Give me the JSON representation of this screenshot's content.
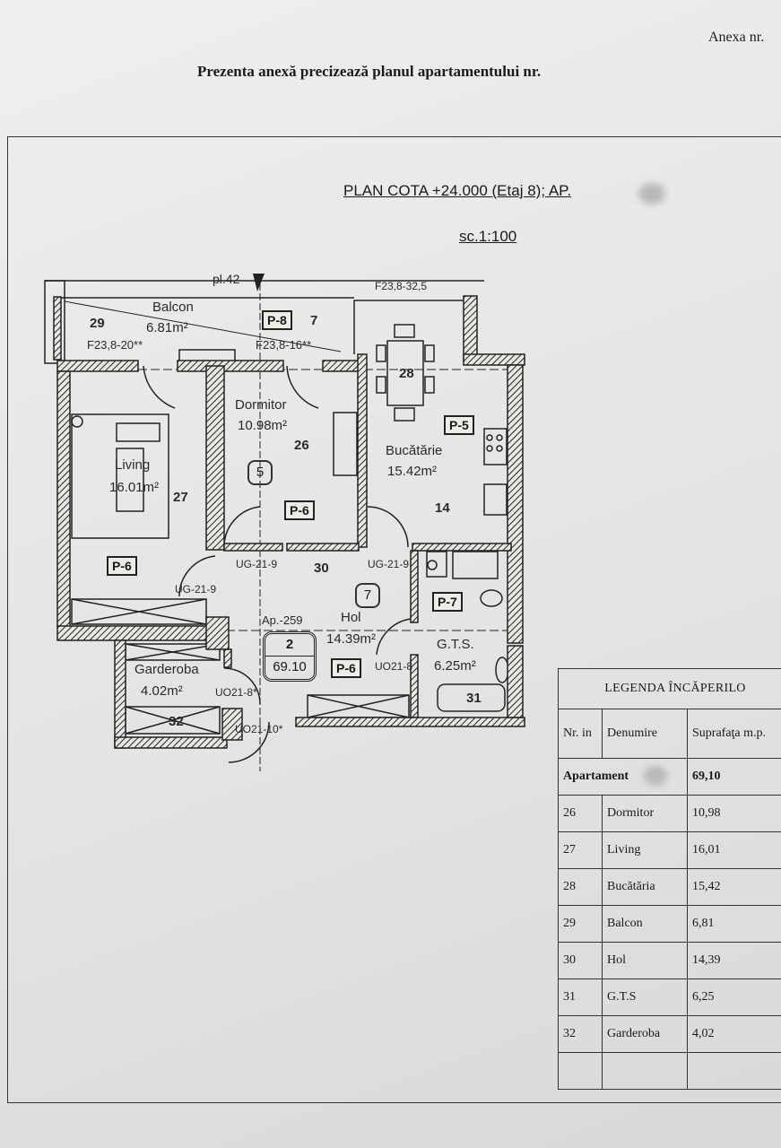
{
  "header": {
    "annex": "Anexa nr.",
    "intro": "Prezenta anexă precizează planul apartamentului nr."
  },
  "plan": {
    "title": "PLAN COTA +24.000 (Etaj 8); AP.",
    "scale": "sc.1:100",
    "labels": {
      "pl": "pl.42",
      "f_top": "F23,8-32,5",
      "balcon_nr": "29",
      "balcon": "Balcon",
      "balcon_area": "6.81m²",
      "f_left": "F23,8-20**",
      "p8": "P-8",
      "seven": "7",
      "f_mid": "F23,8-16**",
      "buc_nr": "28",
      "dormitor": "Dormitor",
      "dormitor_area": "10.98m²",
      "dormitor_nr": "26",
      "p5": "P-5",
      "bucatarie": "Bucătărie",
      "bucatarie_area": "15.42m²",
      "living": "Living",
      "living_area": "16.01m²",
      "living_nr": "27",
      "circle5": "5",
      "p6_a": "P-6",
      "fourteen": "14",
      "p6_b": "P-6",
      "ug1": "UG-21-9",
      "hol_nr": "30",
      "ug2": "UG-21-9",
      "ug3": "UG-21-9",
      "circle7": "7",
      "p7": "P-7",
      "ap": "Ap.-259",
      "hol": "Hol",
      "hol_area": "14.39m²",
      "apt_nr": "2",
      "apt_area": "69.10",
      "gts": "G.T.S.",
      "gts_area": "6.25m²",
      "garderoba": "Garderoba",
      "garderoba_area": "4.02m²",
      "p6_c": "P-6",
      "uo1": "UO21-8",
      "uo2": "UO21-8*",
      "gts_nr": "31",
      "garderoba_nr": "32",
      "uo3": "UO21-10*"
    }
  },
  "legend": {
    "title": "LEGENDA ÎNCĂPERILO",
    "col_nr": "Nr. in",
    "col_name": "Denumire",
    "col_area": "Suprafaţa m.p.",
    "apartment_label": "Apartament",
    "apartment_area": "69,10",
    "rows": [
      {
        "nr": "26",
        "name": "Dormitor",
        "area": "10,98"
      },
      {
        "nr": "27",
        "name": "Living",
        "area": "16,01"
      },
      {
        "nr": "28",
        "name": "Bucătăria",
        "area": "15,42"
      },
      {
        "nr": "29",
        "name": "Balcon",
        "area": "6,81"
      },
      {
        "nr": "30",
        "name": "Hol",
        "area": "14,39"
      },
      {
        "nr": "31",
        "name": "G.T.S",
        "area": "6,25"
      },
      {
        "nr": "32",
        "name": "Garderoba",
        "area": "4,02"
      }
    ]
  }
}
